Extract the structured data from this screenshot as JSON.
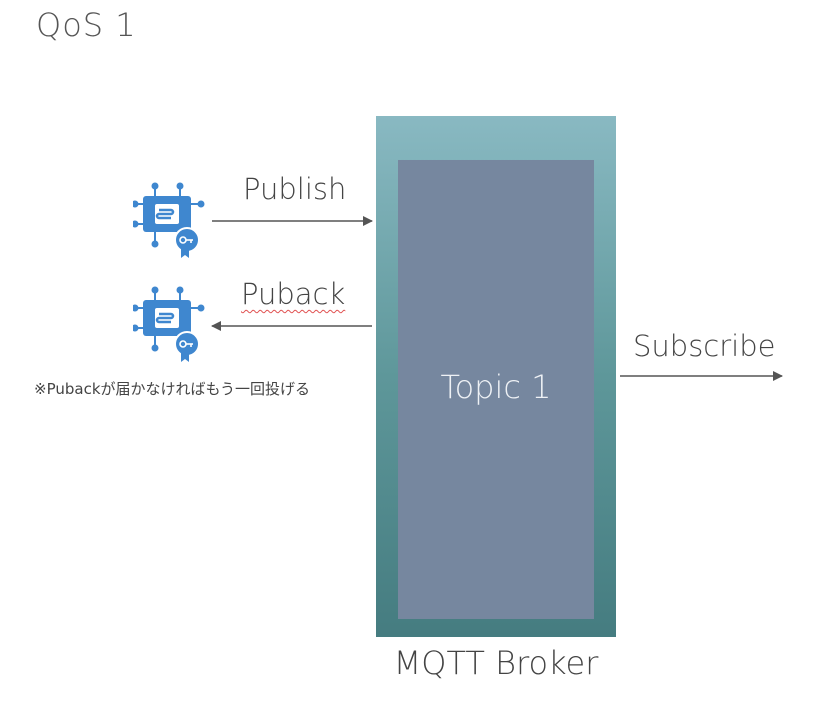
{
  "title": "QoS 1",
  "broker": {
    "label": "MQTT Broker",
    "topic": "Topic 1"
  },
  "arrows": {
    "publish": "Publish",
    "puback": "Puback",
    "subscribe": "Subscribe"
  },
  "note": "※Pubackが届かなければもう一回投げる",
  "icons": {
    "device_publisher": "iot-device-certificate-icon",
    "device_receiver": "iot-device-certificate-icon"
  },
  "colors": {
    "broker_gradient_top": "#89b9c2",
    "broker_gradient_bottom": "#457c80",
    "topic_fill": "#76879f",
    "device_blue": "#3f87cf",
    "arrow": "#555555"
  }
}
